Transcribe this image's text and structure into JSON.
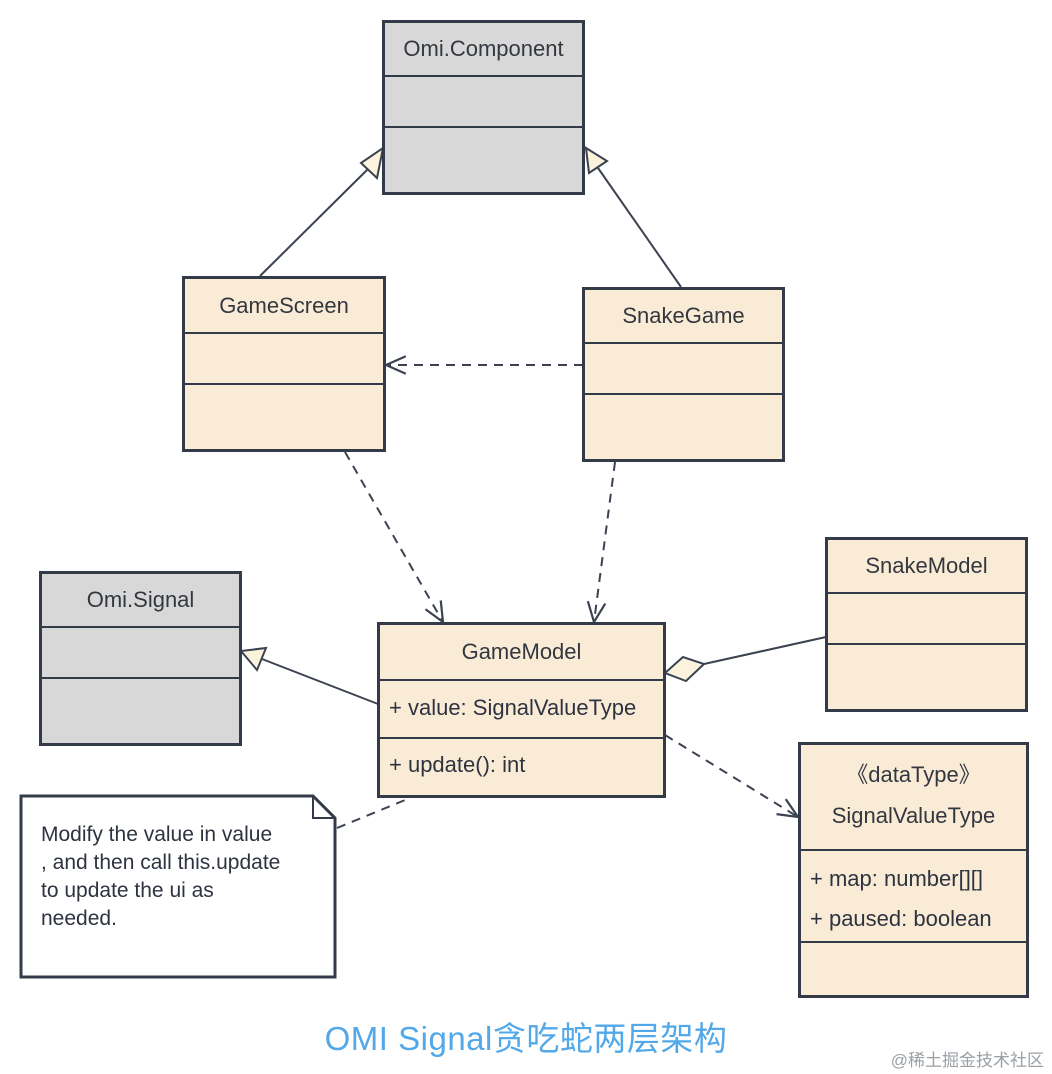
{
  "classes": {
    "omi_component": {
      "name": "Omi.Component"
    },
    "game_screen": {
      "name": "GameScreen"
    },
    "snake_game": {
      "name": "SnakeGame"
    },
    "omi_signal": {
      "name": "Omi.Signal"
    },
    "game_model": {
      "name": "GameModel",
      "attributes": [
        "+ value: SignalValueType"
      ],
      "operations": [
        "+ update(): int"
      ]
    },
    "snake_model": {
      "name": "SnakeModel"
    },
    "signal_value_type": {
      "stereotype": "《dataType》",
      "name": "SignalValueType",
      "attributes": [
        "+ map: number[][]",
        "+ paused:  boolean"
      ]
    }
  },
  "note": {
    "text": "Modify the value in value\n, and then call this.update\n to update the ui as\n needed."
  },
  "caption": "OMI Signal贪吃蛇两层架构",
  "watermark": "@稀土掘金技术社区",
  "colors": {
    "class_fill": "#faebd7",
    "library_fill": "#d8d8d8",
    "border": "#333b48",
    "caption": "#52a8e8"
  }
}
